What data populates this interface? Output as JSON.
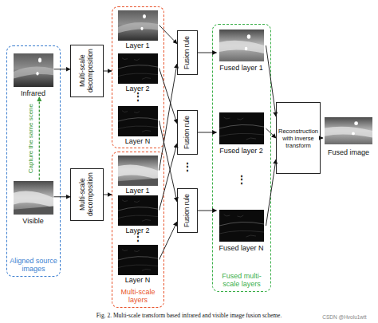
{
  "diagram": {
    "caption": "Fig. 2. Multi-scale transform based infrared and visible image fusion scheme.",
    "nodes": [
      {
        "text": [
          "Aligned source images"
        ]
      },
      {
        "text": [
          "Infrared"
        ],
        "in": 0
      },
      {
        "text": [
          "Visible"
        ],
        "in": 0
      },
      {
        "text": [
          "Multi-scale decomposition"
        ]
      },
      {
        "text": [
          "Multi-scale decomposition"
        ]
      },
      {
        "text": []
      },
      {
        "text": [
          "Layer 1"
        ],
        "in": 5
      },
      {
        "text": [
          "Layer 2"
        ],
        "in": 5
      },
      {
        "text": [
          "Layer N"
        ],
        "in": 5
      },
      {
        "text": [
          "Multi-scale layers"
        ]
      },
      {
        "text": [
          "Layer 1"
        ],
        "in": 9
      },
      {
        "text": [
          "Layer 2"
        ],
        "in": 9
      },
      {
        "text": [
          "Layer N"
        ],
        "in": 9
      },
      {
        "text": [
          "Fusion rule"
        ]
      },
      {
        "text": [
          "Fusion rule"
        ]
      },
      {
        "text": [
          "Fusion rule"
        ]
      },
      {
        "text": [
          "Fused multi-scale layers"
        ]
      },
      {
        "text": [
          "Fused layer 1"
        ],
        "in": 16
      },
      {
        "text": [
          "Fused layer 2"
        ],
        "in": 16
      },
      {
        "text": [
          "Fused layer N"
        ],
        "in": 16
      },
      {
        "text": [
          "Reconstruction with inverse transform"
        ]
      },
      {
        "text": [
          "Fused image"
        ]
      }
    ],
    "edges": [
      {
        "from": 2,
        "to": 1,
        "arrow": "to",
        "label": "Capture the same scene"
      },
      {
        "from": 1,
        "to": 3,
        "arrow": "to"
      },
      {
        "from": 2,
        "to": 4,
        "arrow": "to"
      },
      {
        "from": 3,
        "to": 5,
        "arrow": "to"
      },
      {
        "from": 4,
        "to": 9,
        "arrow": "to"
      },
      {
        "from": 6,
        "to": 13,
        "arrow": "to"
      },
      {
        "from": 10,
        "to": 13,
        "arrow": "to"
      },
      {
        "from": 7,
        "to": 14,
        "arrow": "to"
      },
      {
        "from": 11,
        "to": 14,
        "arrow": "to"
      },
      {
        "from": 8,
        "to": 15,
        "arrow": "to"
      },
      {
        "from": 12,
        "to": 15,
        "arrow": "to"
      },
      {
        "from": 13,
        "to": 17,
        "arrow": "to"
      },
      {
        "from": 14,
        "to": 18,
        "arrow": "to"
      },
      {
        "from": 15,
        "to": 19,
        "arrow": "to"
      },
      {
        "from": 17,
        "to": 20,
        "arrow": "to"
      },
      {
        "from": 18,
        "to": 20,
        "arrow": "to"
      },
      {
        "from": 19,
        "to": 20,
        "arrow": "to"
      },
      {
        "from": 20,
        "to": 21,
        "arrow": "to"
      }
    ],
    "labels": [
      "⋮",
      "⋮",
      "⋮",
      "⋮",
      "CSDN @Hvolu1wtt"
    ]
  }
}
